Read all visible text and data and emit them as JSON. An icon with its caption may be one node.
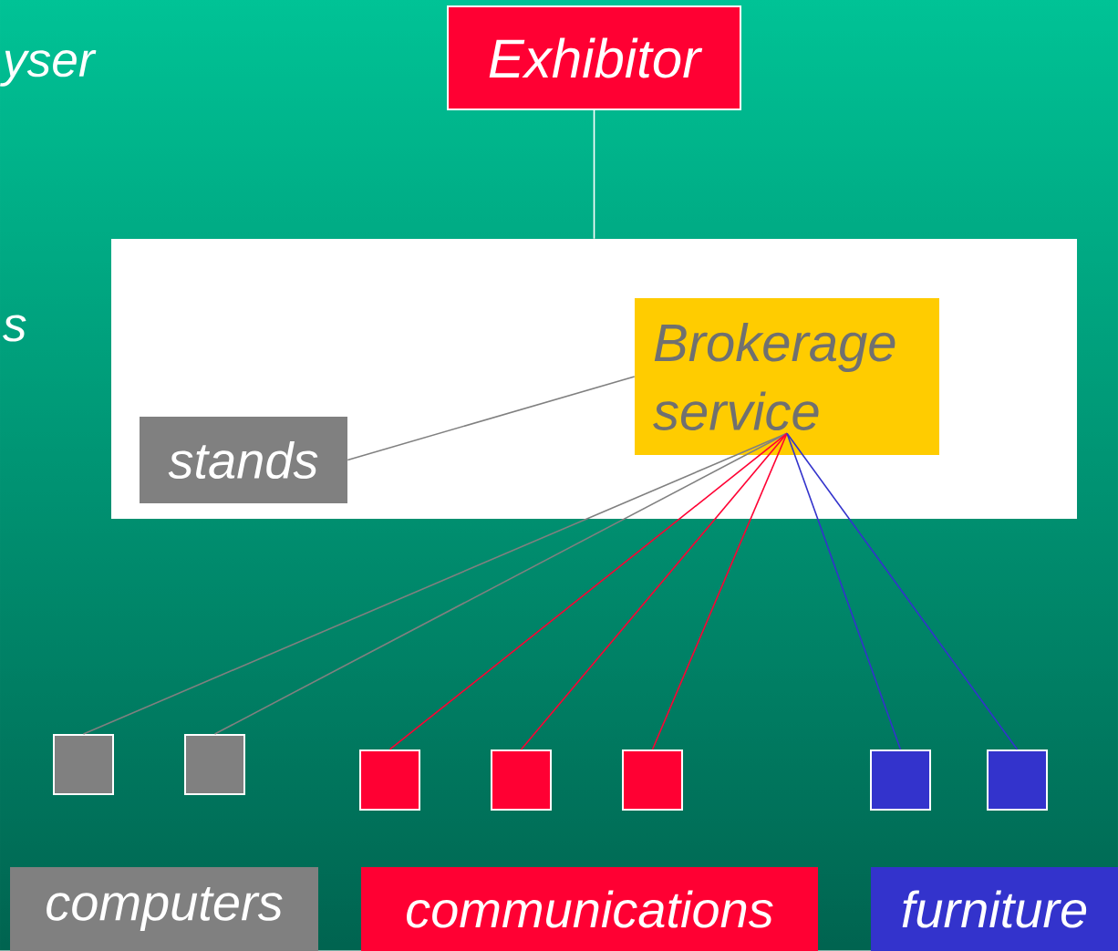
{
  "diagram": {
    "nodes": [
      {
        "text": [
          "Exhibitor"
        ]
      },
      {
        "text": [],
        "shape": "box"
      },
      {
        "text": [
          "Brokerage service"
        ],
        "in": 1
      },
      {
        "text": [
          "stands"
        ],
        "in": 1
      },
      {
        "text": [],
        "shape": "box"
      },
      {
        "text": [],
        "shape": "box"
      },
      {
        "text": [],
        "shape": "box"
      },
      {
        "text": [],
        "shape": "box"
      },
      {
        "text": [],
        "shape": "box"
      },
      {
        "text": [],
        "shape": "box"
      },
      {
        "text": [],
        "shape": "box"
      },
      {
        "text": [
          "computers"
        ]
      },
      {
        "text": [
          "communications"
        ]
      },
      {
        "text": [
          "furniture"
        ]
      }
    ],
    "edges": [
      {
        "from": 0,
        "to": 1,
        "arrow": "none",
        "color": "#ffffff"
      },
      {
        "from": 2,
        "to": 3,
        "arrow": "none"
      },
      {
        "from": 2,
        "to": 4,
        "arrow": "none"
      },
      {
        "from": 2,
        "to": 5,
        "arrow": "none"
      },
      {
        "from": 2,
        "to": 6,
        "arrow": "none",
        "color": "#ff0033"
      },
      {
        "from": 2,
        "to": 7,
        "arrow": "none",
        "color": "#ff0033"
      },
      {
        "from": 2,
        "to": 8,
        "arrow": "none",
        "color": "#ff0033"
      },
      {
        "from": 2,
        "to": 9,
        "arrow": "none",
        "color": "#3333cc"
      },
      {
        "from": 2,
        "to": 10,
        "arrow": "none",
        "color": "#3333cc"
      }
    ],
    "labels": [
      "yser",
      "s"
    ]
  }
}
